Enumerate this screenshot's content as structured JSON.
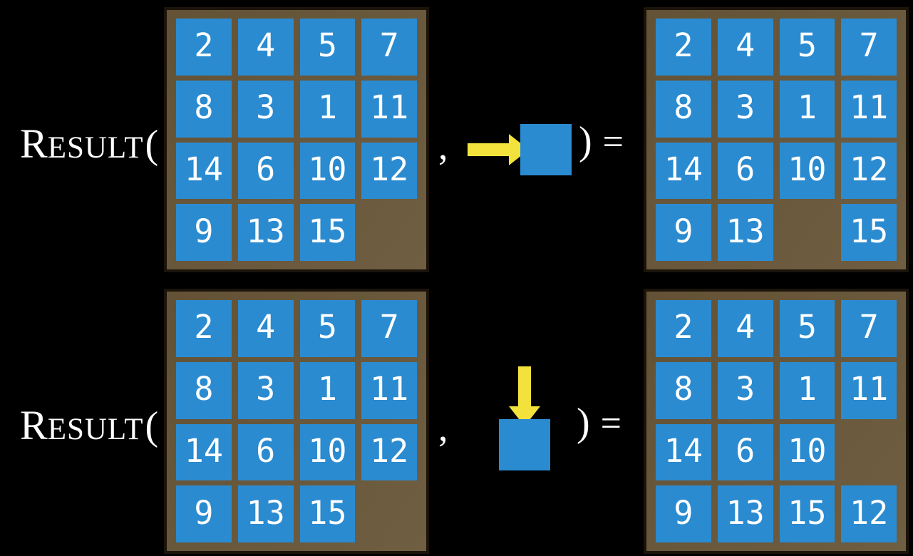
{
  "function": {
    "name_initial": "R",
    "name_rest": "ESULT",
    "open_paren": "(",
    "comma": ",",
    "close_paren": ")",
    "equals": "="
  },
  "colors": {
    "background": "#000000",
    "tile_blue": "#2b8bd0",
    "board_brown": "#695838",
    "board_border": "#1b140b",
    "arrow_yellow": "#f3e23b",
    "number_white": "#ffffff"
  },
  "rows": [
    {
      "action_direction": "right",
      "input_grid": [
        [
          "2",
          "4",
          "5",
          "7"
        ],
        [
          "8",
          "3",
          "1",
          "11"
        ],
        [
          "14",
          "6",
          "10",
          "12"
        ],
        [
          "9",
          "13",
          "15",
          ""
        ]
      ],
      "result_grid": [
        [
          "2",
          "4",
          "5",
          "7"
        ],
        [
          "8",
          "3",
          "1",
          "11"
        ],
        [
          "14",
          "6",
          "10",
          "12"
        ],
        [
          "9",
          "13",
          "",
          "15"
        ]
      ]
    },
    {
      "action_direction": "down",
      "input_grid": [
        [
          "2",
          "4",
          "5",
          "7"
        ],
        [
          "8",
          "3",
          "1",
          "11"
        ],
        [
          "14",
          "6",
          "10",
          "12"
        ],
        [
          "9",
          "13",
          "15",
          ""
        ]
      ],
      "result_grid": [
        [
          "2",
          "4",
          "5",
          "7"
        ],
        [
          "8",
          "3",
          "1",
          "11"
        ],
        [
          "14",
          "6",
          "10",
          ""
        ],
        [
          "9",
          "13",
          "15",
          "12"
        ]
      ]
    }
  ]
}
